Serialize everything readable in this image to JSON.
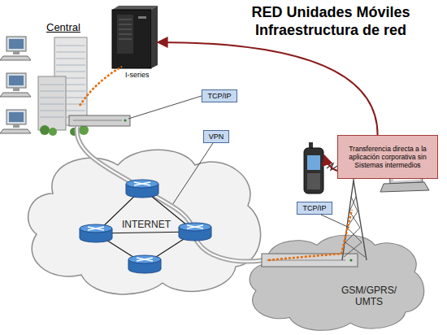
{
  "diagram": {
    "title": "RED Unidades Móviles Infraestructura de red",
    "nodes": [
      {
        "text": [
          "Central"
        ]
      },
      {
        "text": [
          "I-series"
        ]
      },
      {
        "text": [
          "TCP/IP"
        ]
      },
      {
        "text": [
          "VPN"
        ]
      },
      {
        "text": [
          "INTERNET"
        ]
      },
      {
        "text": [
          "Transferencia directa a la aplicación corporativa sin Sistemas intermedios"
        ]
      },
      {
        "text": [
          "TCP/IP"
        ]
      },
      {
        "text": [
          "GSM/GPRS/ UMTS"
        ]
      }
    ],
    "edges": [
      {
        "from": 5,
        "to": 1,
        "arrow": "to"
      }
    ]
  }
}
